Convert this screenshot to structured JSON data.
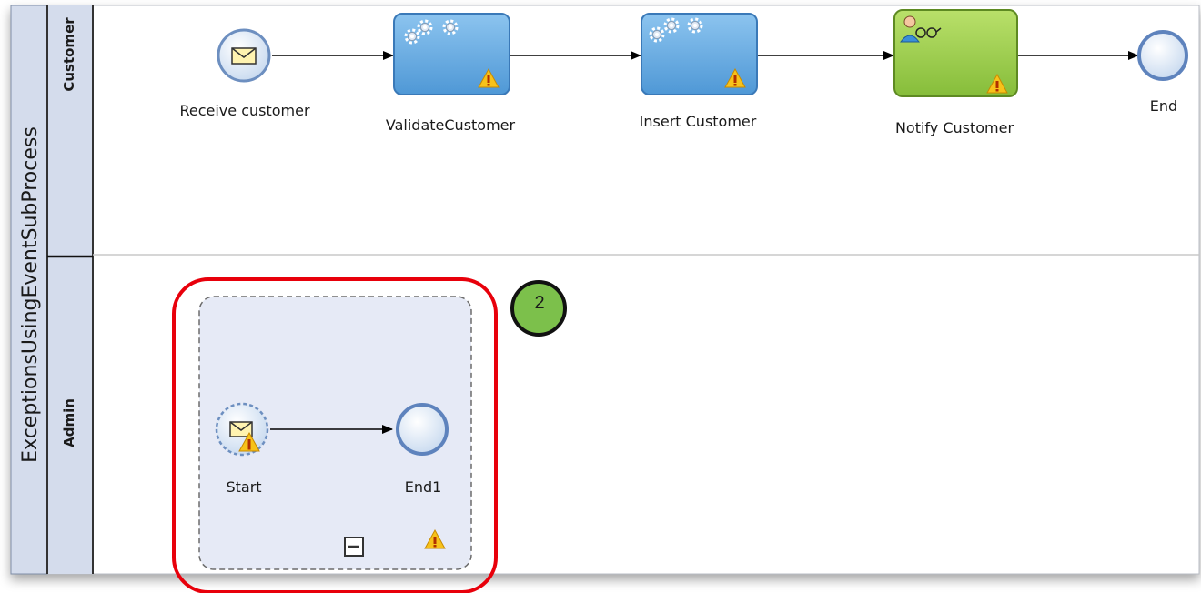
{
  "pool": {
    "title": "ExceptionsUsingEventSubProcess"
  },
  "lanes": [
    {
      "title": "Customer"
    },
    {
      "title": "Admin"
    }
  ],
  "customer_flow": [
    {
      "label": "Receive customer",
      "kind": "message-start-event"
    },
    {
      "label": "ValidateCustomer",
      "kind": "service-task",
      "warning": true
    },
    {
      "label": "Insert Customer",
      "kind": "service-task",
      "warning": true
    },
    {
      "label": "Notify Customer",
      "kind": "user-task",
      "warning": true
    },
    {
      "label": "End",
      "kind": "end-event"
    }
  ],
  "subprocess": {
    "kind": "event-subprocess",
    "warning": true,
    "collapse_marker": "minus-icon",
    "nodes": [
      {
        "label": "Start",
        "kind": "message-start-event-non-interrupting",
        "warning": true
      },
      {
        "label": "End1",
        "kind": "end-event"
      }
    ]
  },
  "callout": {
    "number": "2",
    "color": "#7cc04b",
    "highlight_color": "#e8000b"
  },
  "colors": {
    "service_task": "#6aaee0",
    "user_task": "#9ccc4a",
    "lane_header": "#d4dcec",
    "subprocess_fill": "#e6eaf6"
  }
}
